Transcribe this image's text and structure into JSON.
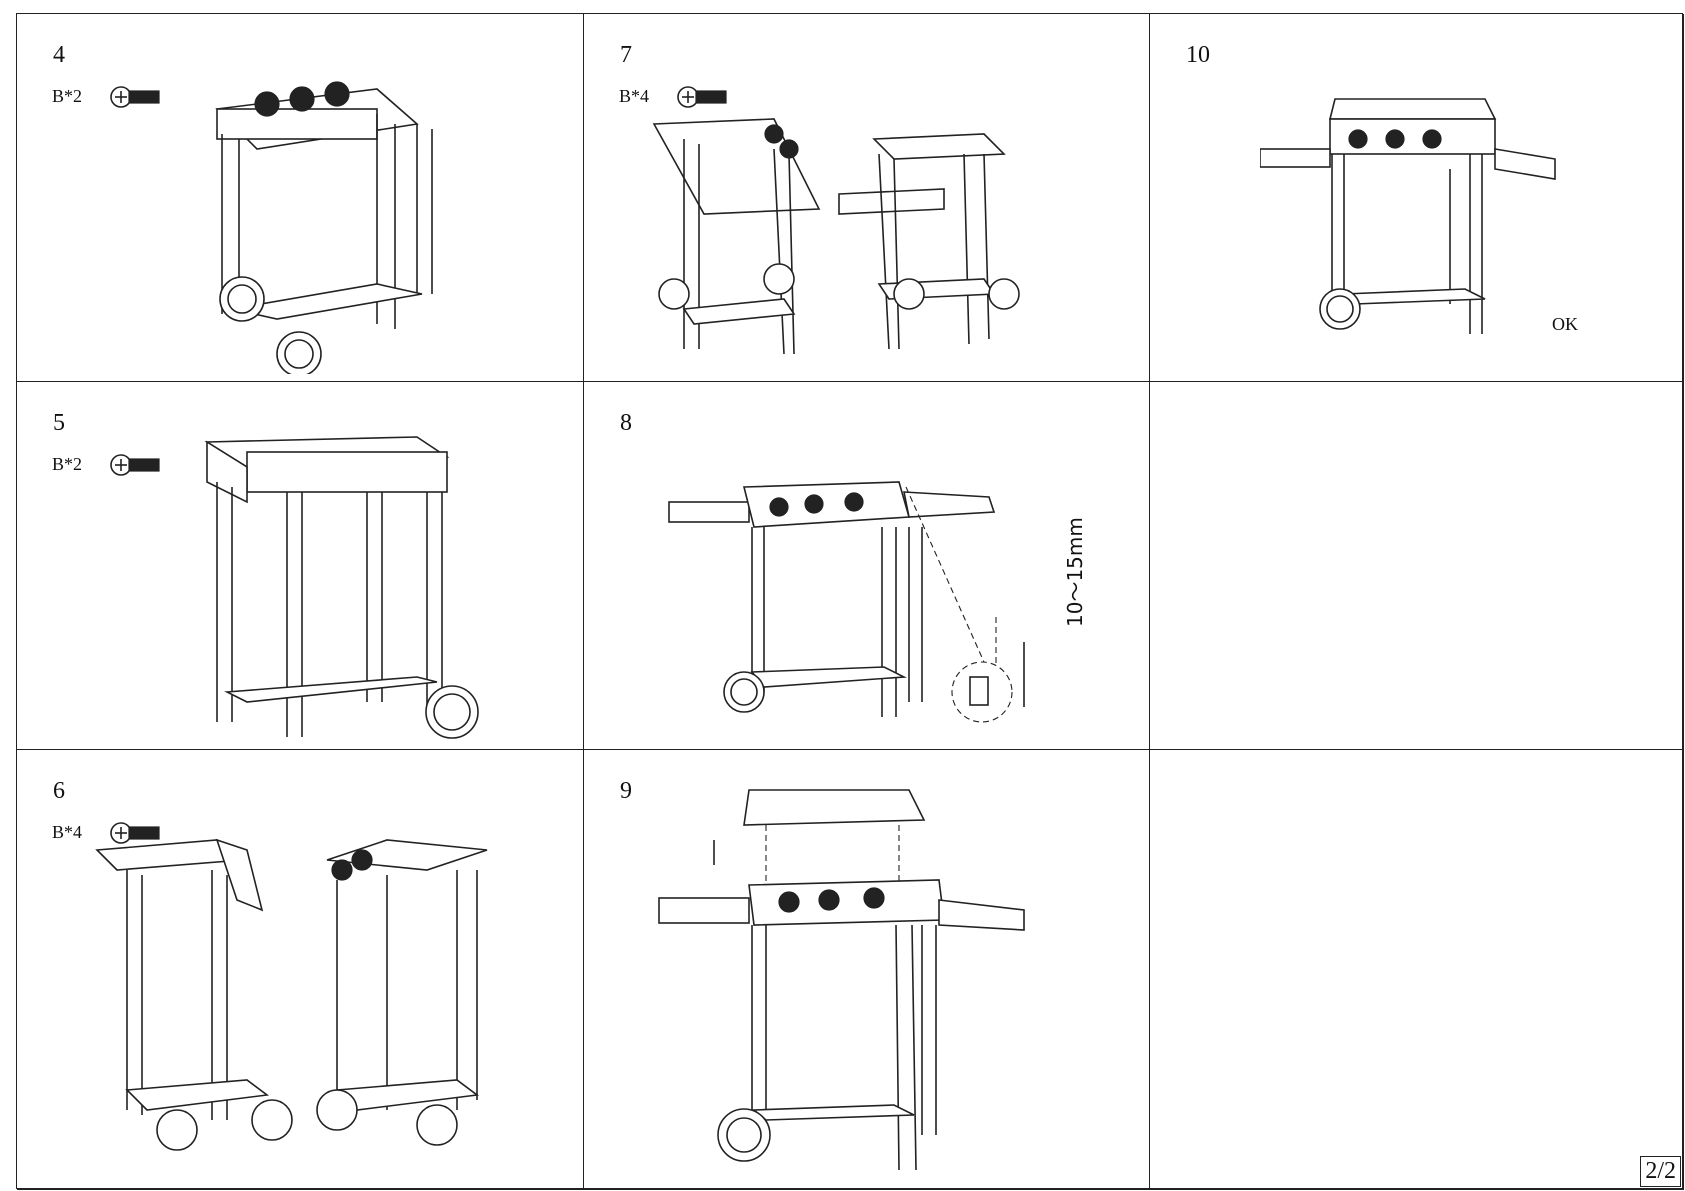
{
  "steps": [
    {
      "number": "4",
      "part": "B*2"
    },
    {
      "number": "5",
      "part": "B*2"
    },
    {
      "number": "6",
      "part": "B*4"
    },
    {
      "number": "7",
      "part": "B*4"
    },
    {
      "number": "8",
      "part": ""
    },
    {
      "number": "9",
      "part": ""
    },
    {
      "number": "10",
      "part": ""
    }
  ],
  "measurement_label": "10～15mm",
  "ok_label": "OK",
  "page_number": "2/2",
  "icons": {
    "screw": "screw-icon",
    "grill": "grill-cart-icon",
    "wheel": "wheel-icon"
  }
}
